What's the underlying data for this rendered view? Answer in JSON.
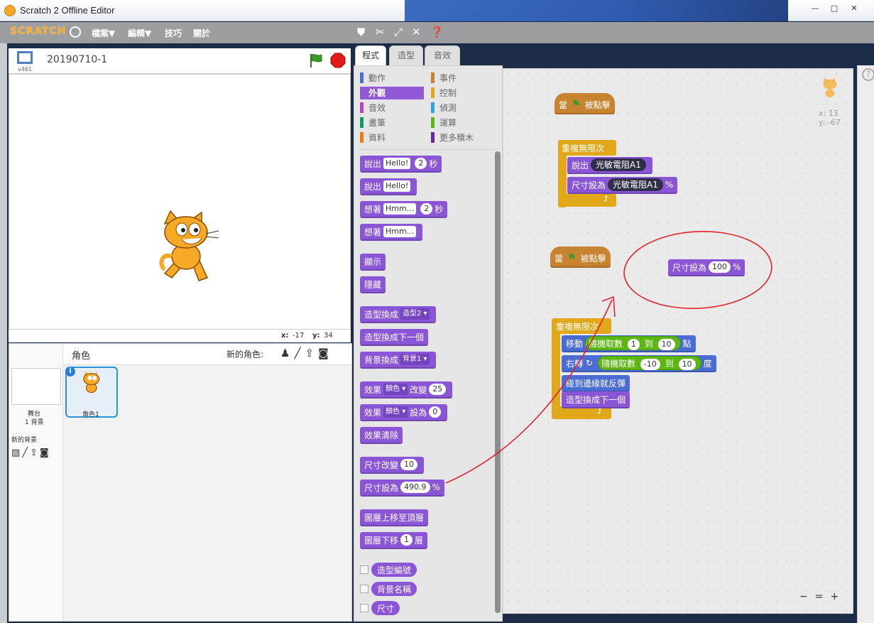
{
  "window": {
    "title": "Scratch 2 Offline Editor",
    "min_label": "—",
    "max_label": "□",
    "close_label": "✕"
  },
  "menubar": {
    "logo": "SCRATCH",
    "items": [
      "檔案▼",
      "編輯▼",
      "技巧",
      "關於"
    ],
    "tool_icons": [
      "duplicate-icon",
      "delete-icon",
      "grow-icon",
      "shrink-icon",
      "help-icon"
    ]
  },
  "stage": {
    "version": "v461",
    "project_title": "20190710-1",
    "x_label": "x:",
    "x_value": "-17",
    "y_label": "y:",
    "y_value": "34"
  },
  "sprites": {
    "header_label": "角色",
    "new_sprite_label": "新的角色:",
    "stage_label": "舞台",
    "stage_backdrops": "1 背景",
    "new_backdrop_label": "新的背景",
    "sprite_name": "角色1"
  },
  "tabs": [
    "程式",
    "造型",
    "音效"
  ],
  "categories": [
    {
      "label": "動作",
      "color": "#4a6cd4"
    },
    {
      "label": "事件",
      "color": "#c88330"
    },
    {
      "label": "外觀",
      "color": "#8a55d7"
    },
    {
      "label": "控制",
      "color": "#e1a91a"
    },
    {
      "label": "音效",
      "color": "#bb42c3"
    },
    {
      "label": "偵測",
      "color": "#2ca5e2"
    },
    {
      "label": "畫筆",
      "color": "#0e9a6c"
    },
    {
      "label": "運算",
      "color": "#5cb712"
    },
    {
      "label": "資料",
      "color": "#ee7d16"
    },
    {
      "label": "更多積木",
      "color": "#632d99"
    }
  ],
  "palette_blocks": {
    "say_secs": {
      "text": "說出",
      "arg": "Hello!",
      "num": "2",
      "unit": "秒"
    },
    "say": {
      "text": "說出",
      "arg": "Hello!"
    },
    "think_secs": {
      "text": "想著",
      "arg": "Hmm...",
      "num": "2",
      "unit": "秒"
    },
    "think": {
      "text": "想著",
      "arg": "Hmm..."
    },
    "show": "顯示",
    "hide": "隱藏",
    "switch_costume": {
      "text": "造型換成",
      "dd": "造型2 ▾"
    },
    "next_costume": "造型換成下一個",
    "switch_backdrop": {
      "text": "背景換成",
      "dd": "背景1 ▾"
    },
    "change_effect": {
      "text": "效果",
      "dd": "顏色 ▾",
      "mid": "改變",
      "num": "25"
    },
    "set_effect": {
      "text": "效果",
      "dd": "顏色 ▾",
      "mid": "設為",
      "num": "0"
    },
    "clear_effects": "效果清除",
    "change_size": {
      "text": "尺寸改變",
      "num": "10"
    },
    "set_size": {
      "text": "尺寸設為",
      "num": "490.9",
      "unit": "%"
    },
    "go_front": "圖層上移至頂層",
    "go_back": {
      "text": "圖層下移",
      "num": "1",
      "unit": "層"
    },
    "costume_num": "造型編號",
    "backdrop_name": "背景名稱",
    "size": "尺寸"
  },
  "script1": {
    "hat_when": "當",
    "hat_clicked": "被點擊",
    "forever": "重複無限次",
    "say": "說出",
    "say_reporter": "光敏電阻A1",
    "setsize": "尺寸設為",
    "setsize_reporter": "光敏電阻A1",
    "setsize_unit": "%"
  },
  "script2": {
    "hat_when": "當",
    "hat_clicked": "被點擊",
    "loose_setsize": "尺寸設為",
    "loose_num": "100",
    "loose_unit": "%",
    "forever": "重複無限次",
    "move": "移動",
    "random1_label": "隨機取數",
    "random1_from": "1",
    "random1_to_label": "到",
    "random1_to": "10",
    "move_unit": "點",
    "turn": "右轉",
    "random2_label": "隨機取數",
    "random2_from": "-10",
    "random2_to_label": "到",
    "random2_to": "10",
    "turn_unit": "度",
    "bounce": "碰到邊緣就反彈",
    "next_costume": "造型換成下一個"
  },
  "script_area": {
    "x_readout": "x: 13",
    "y_readout": "y: -67"
  },
  "zoom": {
    "zoom_out": "−",
    "reset": "=",
    "zoom_in": "+"
  },
  "colors": {
    "annotation": "#e0242a",
    "accent": "#2a95d6"
  }
}
